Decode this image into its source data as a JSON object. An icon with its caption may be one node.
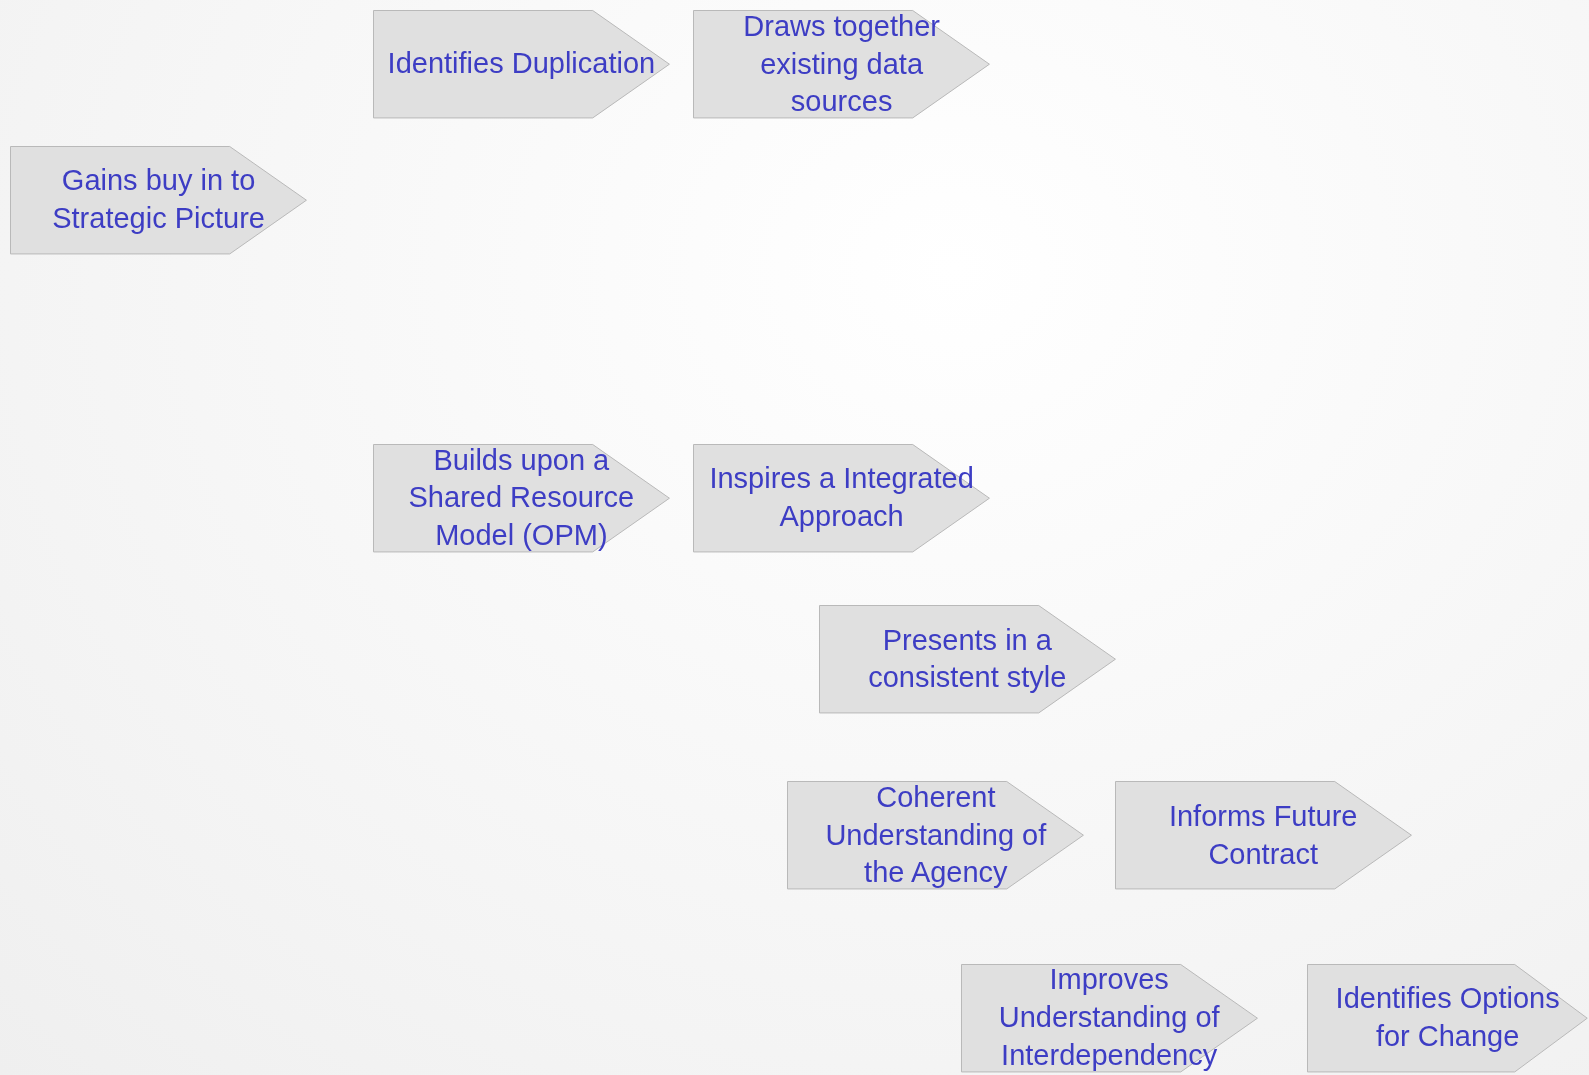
{
  "diagram": {
    "nodes": [
      {
        "text": [
          "Identifies Duplication"
        ]
      },
      {
        "text": [
          "Draws together existing data sources"
        ]
      },
      {
        "text": [
          "Gains buy in to Strategic Picture"
        ]
      },
      {
        "text": [
          "Builds upon a Shared Resource Model (OPM)"
        ]
      },
      {
        "text": [
          "Inspires a Integrated Approach"
        ]
      },
      {
        "text": [
          "Presents in a consistent style"
        ]
      },
      {
        "text": [
          "Coherent Understanding of the Agency"
        ]
      },
      {
        "text": [
          "Informs Future Contract"
        ]
      },
      {
        "text": [
          "Improves Understanding of Interdependency"
        ]
      },
      {
        "text": [
          "Identifies Options for Change"
        ]
      }
    ]
  }
}
